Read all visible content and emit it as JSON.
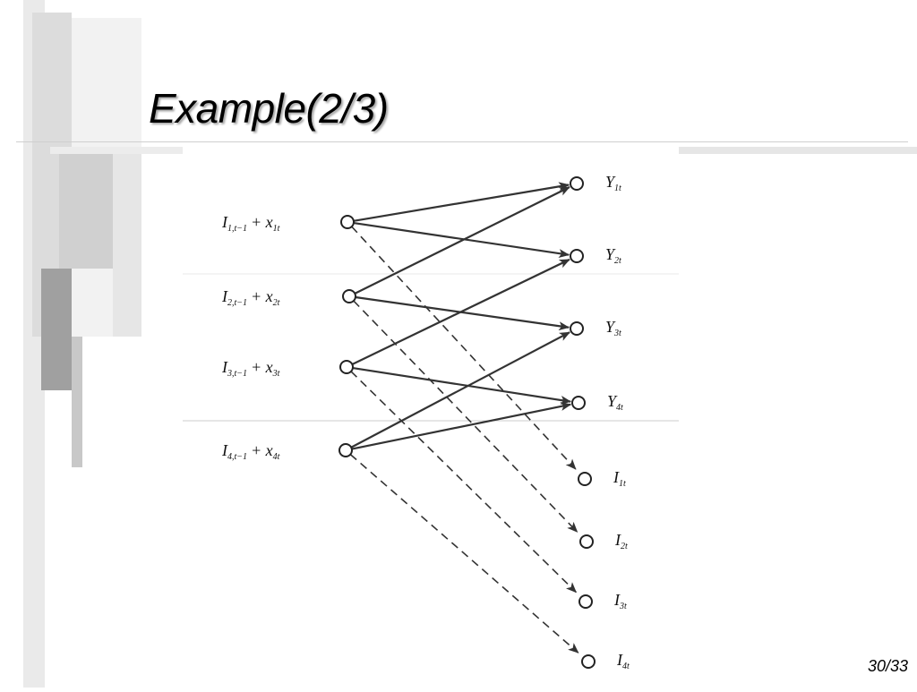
{
  "slide": {
    "title": "Example(2/3)",
    "page_number": "30/33"
  },
  "network": {
    "sources": [
      {
        "id": "s1",
        "label": "I",
        "sub": "1,t−1",
        "op": "+ x",
        "sub2": "1t"
      },
      {
        "id": "s2",
        "label": "I",
        "sub": "2,t−1",
        "op": "+ x",
        "sub2": "2t"
      },
      {
        "id": "s3",
        "label": "I",
        "sub": "3,t−1",
        "op": "+ x",
        "sub2": "3t"
      },
      {
        "id": "s4",
        "label": "I",
        "sub": "4,t−1",
        "op": "+ x",
        "sub2": "4t"
      }
    ],
    "sinks": [
      {
        "id": "y1",
        "label": "Y",
        "sub": "1t"
      },
      {
        "id": "y2",
        "label": "Y",
        "sub": "2t"
      },
      {
        "id": "y3",
        "label": "Y",
        "sub": "3t"
      },
      {
        "id": "y4",
        "label": "Y",
        "sub": "4t"
      },
      {
        "id": "i1",
        "label": "I",
        "sub": "1t"
      },
      {
        "id": "i2",
        "label": "I",
        "sub": "2t"
      },
      {
        "id": "i3",
        "label": "I",
        "sub": "3t"
      },
      {
        "id": "i4",
        "label": "I",
        "sub": "4t"
      }
    ],
    "edges": [
      {
        "from": "s1",
        "to": "y1",
        "style": "solid"
      },
      {
        "from": "s1",
        "to": "y2",
        "style": "solid"
      },
      {
        "from": "s2",
        "to": "y1",
        "style": "solid"
      },
      {
        "from": "s2",
        "to": "y3",
        "style": "solid"
      },
      {
        "from": "s3",
        "to": "y2",
        "style": "solid"
      },
      {
        "from": "s3",
        "to": "y4",
        "style": "solid"
      },
      {
        "from": "s4",
        "to": "y3",
        "style": "solid"
      },
      {
        "from": "s4",
        "to": "y4",
        "style": "solid"
      },
      {
        "from": "s1",
        "to": "i1",
        "style": "dashed"
      },
      {
        "from": "s2",
        "to": "i2",
        "style": "dashed"
      },
      {
        "from": "s3",
        "to": "i3",
        "style": "dashed"
      },
      {
        "from": "s4",
        "to": "i4",
        "style": "dashed"
      }
    ]
  }
}
